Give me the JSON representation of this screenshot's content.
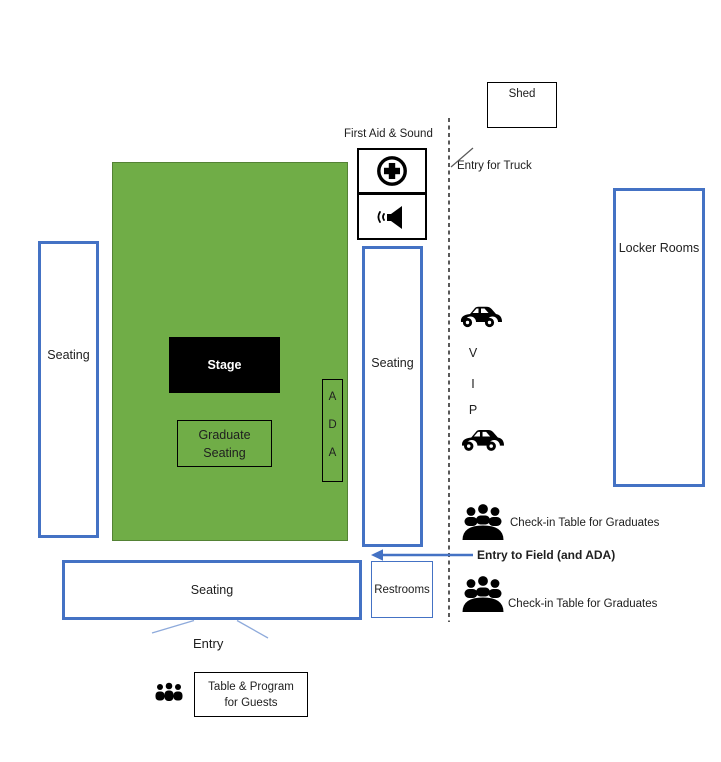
{
  "colors": {
    "field_green": "#70AD47",
    "field_border": "#548235",
    "accent_blue": "#4472C4",
    "callout_blue": "#8EAADB",
    "line_gray": "#595959",
    "stage_black": "#000000"
  },
  "areas": {
    "shed": {
      "label": "Shed"
    },
    "first_aid_sound": {
      "label": "First Aid & Sound"
    },
    "locker_rooms": {
      "label": "Locker Rooms"
    },
    "seating_left": {
      "label": "Seating"
    },
    "seating_right": {
      "label": "Seating"
    },
    "seating_bottom": {
      "label": "Seating"
    },
    "stage": {
      "label": "Stage"
    },
    "graduate_seating": {
      "line1": "Graduate",
      "line2": "Seating"
    },
    "ada": {
      "letters": [
        "A",
        "D",
        "A"
      ]
    },
    "restrooms": {
      "label": "Restrooms"
    },
    "table_program": {
      "line1": "Table & Program",
      "line2": "for Guests"
    }
  },
  "annotations": {
    "entry_for_truck": "Entry for Truck",
    "vip": [
      "V",
      "I",
      "P"
    ],
    "checkin_top": "Check-in Table for Graduates",
    "entry_to_field": "Entry to Field (and ADA)",
    "checkin_bottom": "Check-in Table for Graduates",
    "entry": "Entry"
  },
  "icons": {
    "first_aid": "plus-circle",
    "sound": "speaker-with-waves",
    "vip_parking": "car",
    "checkin": "people-at-table",
    "guests": "people-group"
  }
}
